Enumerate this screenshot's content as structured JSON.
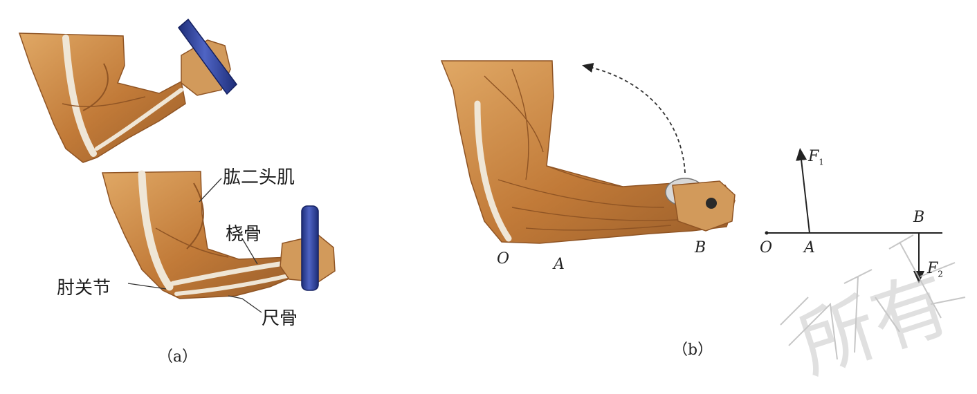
{
  "panel_a": {
    "caption": "（a）",
    "labels": {
      "biceps": "肱二头肌",
      "radius": "桡骨",
      "elbow_joint": "肘关节",
      "ulna": "尺骨"
    }
  },
  "panel_b": {
    "caption": "（b）",
    "arm_points": {
      "o": "O",
      "a": "A",
      "b": "B"
    },
    "lever_points": {
      "o": "O",
      "a": "A",
      "b": "B"
    },
    "forces": {
      "f1": {
        "symbol": "F",
        "sub": "1"
      },
      "f2": {
        "symbol": "F",
        "sub": "2"
      }
    }
  },
  "watermark": "所有",
  "colors": {
    "muscle": "#c9843f",
    "muscle_dark": "#8f5424",
    "muscle_light": "#e3ac6a",
    "bone": "#efe6d6",
    "dumbbell": "#2b3f9a",
    "line": "#222222"
  }
}
